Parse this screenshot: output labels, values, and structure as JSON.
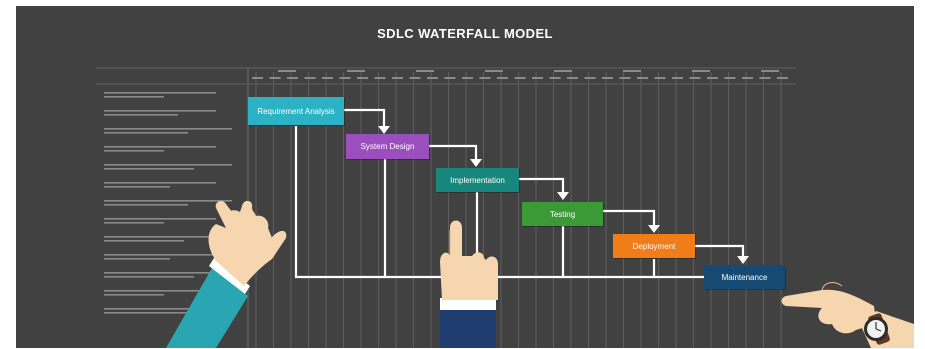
{
  "diagram": {
    "title": "SDLC WATERFALL MODEL",
    "stages": [
      {
        "label": "Requirement Analysis",
        "color": "#2bb2c4"
      },
      {
        "label": "System Design",
        "color": "#9b4fbd"
      },
      {
        "label": "Implementation",
        "color": "#17867c"
      },
      {
        "label": "Testing",
        "color": "#3b9a36"
      },
      {
        "label": "Deployment",
        "color": "#f07d1a"
      },
      {
        "label": "Maintenance",
        "color": "#174a73"
      }
    ],
    "colors": {
      "background": "#414141",
      "grid": "#5e5e5e",
      "text_lines": "#8a8a8a",
      "connector": "#ffffff",
      "skin": "#f5d6ae",
      "sleeve_teal": "#2aa6b3",
      "sleeve_navy": "#1f3d6e"
    }
  }
}
